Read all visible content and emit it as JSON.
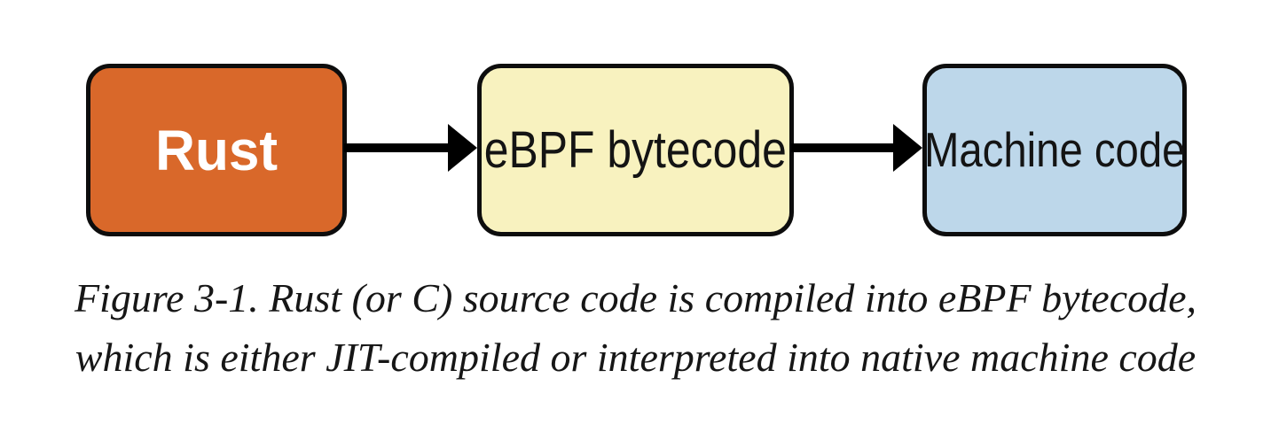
{
  "figure": {
    "nodes": [
      {
        "label": "Rust",
        "fill": "#d9682a",
        "text_color": "#ffffff"
      },
      {
        "label": "eBPF bytecode",
        "fill": "#f8f2bf",
        "text_color": "#141414"
      },
      {
        "label": "Machine code",
        "fill": "#bdd7ea",
        "text_color": "#141414"
      }
    ],
    "edges": [
      {
        "from": "Rust",
        "to": "eBPF bytecode"
      },
      {
        "from": "eBPF bytecode",
        "to": "Machine code"
      }
    ],
    "border_color": "#0d0d0d",
    "arrow_color": "#000000"
  },
  "caption": {
    "line1": "Figure 3-1. Rust (or C) source code is compiled into eBPF bytecode,",
    "line2": "which is either JIT-compiled or interpreted into native machine code"
  }
}
